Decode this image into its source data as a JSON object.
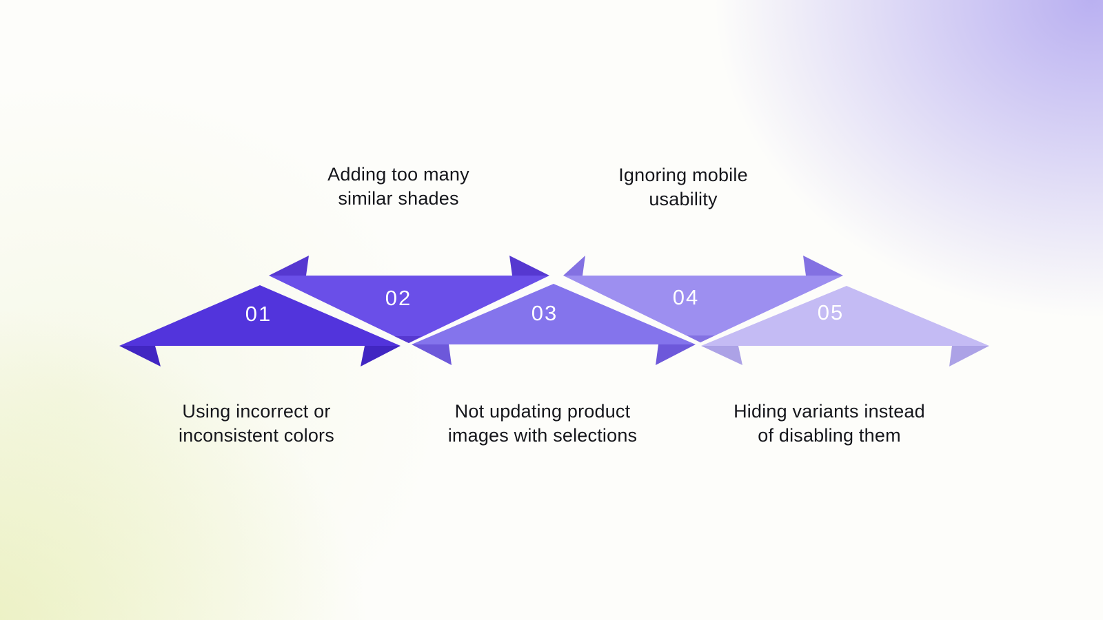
{
  "diagram": {
    "type": "process-ribbon",
    "step_count": 5,
    "steps": [
      {
        "number": "01",
        "label": "Using incorrect or\ninconsistent colors",
        "label_position": "bottom",
        "body_color": "#5234DC",
        "fold_color": "#4126C2"
      },
      {
        "number": "02",
        "label": "Adding too many\nsimilar shades",
        "label_position": "top",
        "body_color": "#6A4FE8",
        "fold_color": "#5638D0"
      },
      {
        "number": "03",
        "label": "Not updating product\nimages with selections",
        "label_position": "bottom",
        "body_color": "#8474EC",
        "fold_color": "#6D58DA"
      },
      {
        "number": "04",
        "label": "Ignoring mobile\nusability",
        "label_position": "top",
        "body_color": "#9D8FF0",
        "fold_color": "#8371E2"
      },
      {
        "number": "05",
        "label": "Hiding variants instead\nof disabling them",
        "label_position": "bottom",
        "body_color": "#C4BBF4",
        "fold_color": "#ACA2E6"
      }
    ],
    "number_color": "#FFFFFF",
    "label_color": "#15161B",
    "background_accents": {
      "top_right_blob": "#7C6AE9",
      "bottom_left_blob": "#D6E27D"
    }
  }
}
